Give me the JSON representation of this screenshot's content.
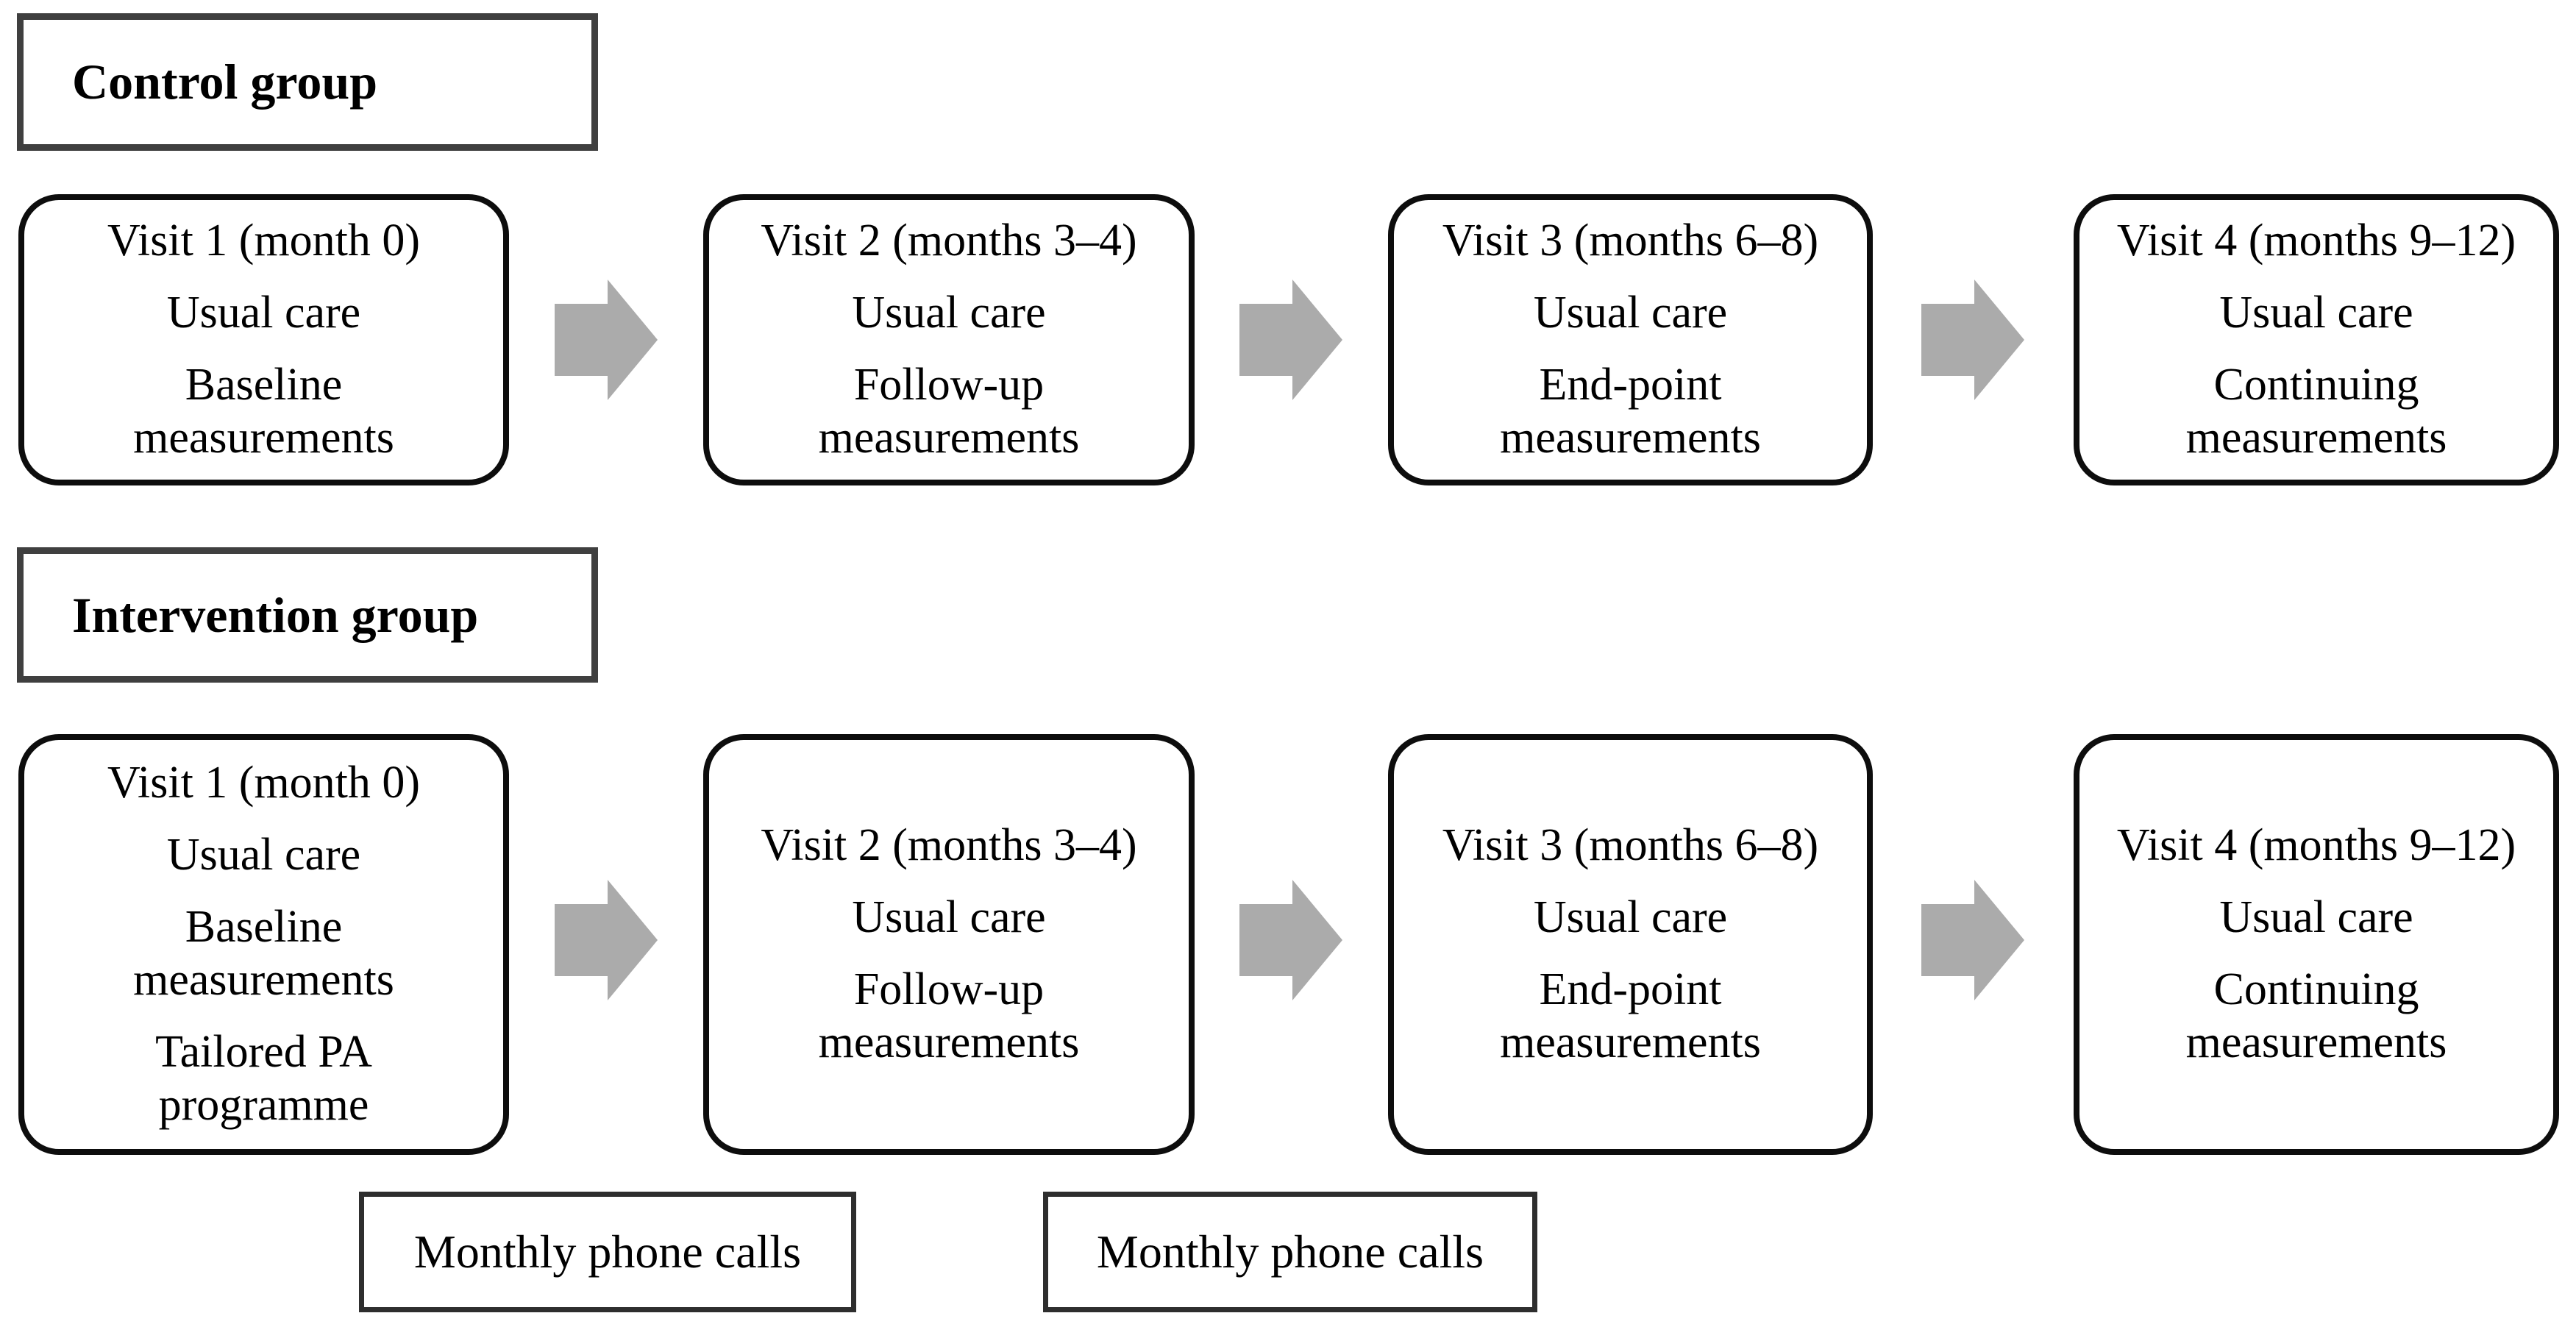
{
  "groups": [
    {
      "label": "Control group",
      "visits": [
        {
          "title": "Visit 1 (month 0)",
          "items": [
            "Usual care",
            "Baseline measurements"
          ]
        },
        {
          "title": "Visit 2 (months 3–4)",
          "items": [
            "Usual care",
            "Follow-up measurements"
          ]
        },
        {
          "title": "Visit 3 (months 6–8)",
          "items": [
            "Usual care",
            "End-point measurements"
          ]
        },
        {
          "title": "Visit 4 (months 9–12)",
          "items": [
            "Usual care",
            "Continuing measurements"
          ]
        }
      ]
    },
    {
      "label": "Intervention group",
      "visits": [
        {
          "title": "Visit 1 (month 0)",
          "items": [
            "Usual care",
            "Baseline measurements",
            "Tailored PA programme"
          ]
        },
        {
          "title": "Visit 2 (months 3–4)",
          "items": [
            "Usual care",
            "Follow-up measurements"
          ]
        },
        {
          "title": "Visit 3 (months 6–8)",
          "items": [
            "Usual care",
            "End-point measurements"
          ]
        },
        {
          "title": "Visit 4 (months 9–12)",
          "items": [
            "Usual care",
            "Continuing measurements"
          ]
        }
      ]
    }
  ],
  "notes": [
    "Monthly phone calls",
    "Monthly phone calls"
  ],
  "colors": {
    "background": "#ffffff",
    "text": "#000000",
    "box_border": "#0d0d0d",
    "label_border": "#3f3f3f",
    "arrow": "#ababab"
  }
}
